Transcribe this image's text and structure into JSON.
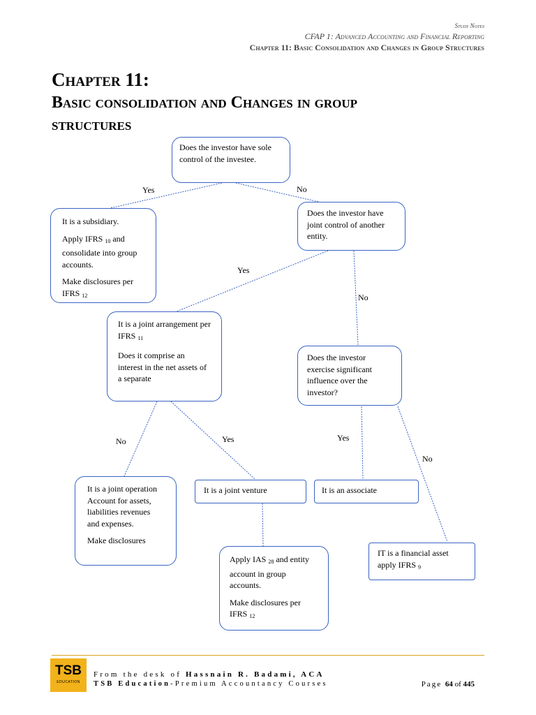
{
  "header": {
    "line1": "Study Notes",
    "line2": "CFAP 1: Advanced Accounting and Financial Reporting",
    "line3": "Chapter 11: Basic Consolidation and Changes in Group Structures"
  },
  "title": {
    "line1": "Chapter 11:",
    "line2": "Basic consolidation and Changes in group",
    "line3": "structures"
  },
  "flowchart": {
    "q_sole_control": "Does the investor have sole control of the investee.",
    "subsidiary": {
      "p1": "It is a subsidiary.",
      "p2a": "Apply IFRS ",
      "p2sub": "10",
      "p2b": " and consolidate into group accounts.",
      "p3a": "Make disclosures per IFRS ",
      "p3sub": "12"
    },
    "q_joint_control": "Does the investor have joint control of another entity.",
    "joint_arrangement": {
      "p1a": "It is a joint arrangement per IFRS ",
      "p1sub": "11",
      "p2": "Does it comprise an interest in the net assets of a separate"
    },
    "q_significant_influence": "Does the investor exercise significant influence over the investor?",
    "joint_operation": {
      "p1": "It is a joint operation Account for assets, liabilities revenues and expenses.",
      "p2": "Make disclosures"
    },
    "joint_venture": "It is a joint venture",
    "associate": "It is an associate",
    "apply_ias": {
      "p1a": "Apply IAS ",
      "p1sub": "28",
      "p1b": " and entity account in group accounts.",
      "p2a": "Make disclosures per IFRS ",
      "p2sub": "12"
    },
    "financial_asset": {
      "a": "IT is a financial asset apply IFRS ",
      "sub": "9"
    },
    "labels": {
      "yes1": "Yes",
      "no1": "No",
      "yes2": "Yes",
      "no2": "No",
      "no3": "No",
      "yes3": "Yes",
      "yes4": "Yes",
      "no4": "No"
    }
  },
  "footer": {
    "line1a": "From the desk of ",
    "line1b": "Hassnain R. Badami, ACA",
    "line2a": "TSB Education",
    "line2b": "-Premium Accountancy Courses",
    "page_label": "Page ",
    "page_num": "64",
    "page_of": " of ",
    "page_total": "445",
    "logo_text": "TSB",
    "logo_sub": "EDUCATION"
  }
}
